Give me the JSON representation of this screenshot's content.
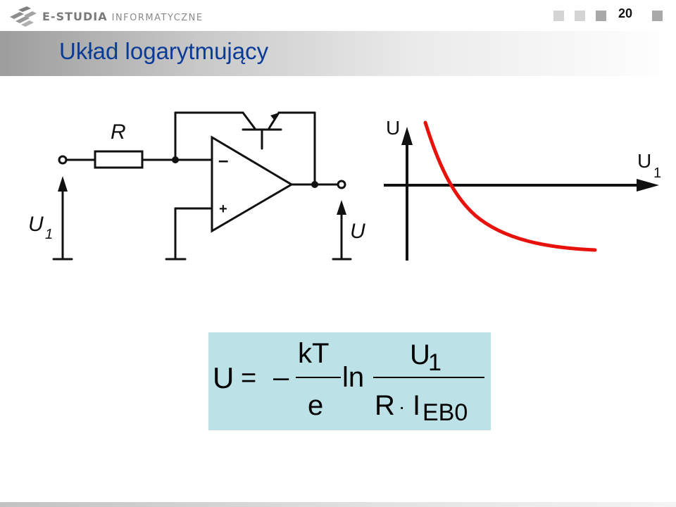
{
  "header": {
    "brand_main": "E-STUDIA",
    "brand_sub": "INFORMATYCZNE",
    "page_number": "20"
  },
  "title": "Układ logarytmujący",
  "circuit": {
    "resistor_label": "R",
    "input_label": "U",
    "input_label_sub": "1",
    "output_label": "U",
    "minus_sign": "–",
    "plus_sign": "+"
  },
  "graph": {
    "y_label": "U",
    "x_label": "U",
    "x_label_sub": "1",
    "curve_color": "#e8120c"
  },
  "formula": {
    "lhs": "U",
    "equals": "=",
    "minus": "–",
    "numerator": "kT",
    "denominator": "e",
    "ln": "ln",
    "ln_num": "U",
    "ln_num_sub": "1",
    "ln_den": "R",
    "dot": "·",
    "current": "I",
    "current_sub": "EB0"
  },
  "colors": {
    "title": "#0a3b96",
    "formula_bg": "#bce1e6"
  }
}
